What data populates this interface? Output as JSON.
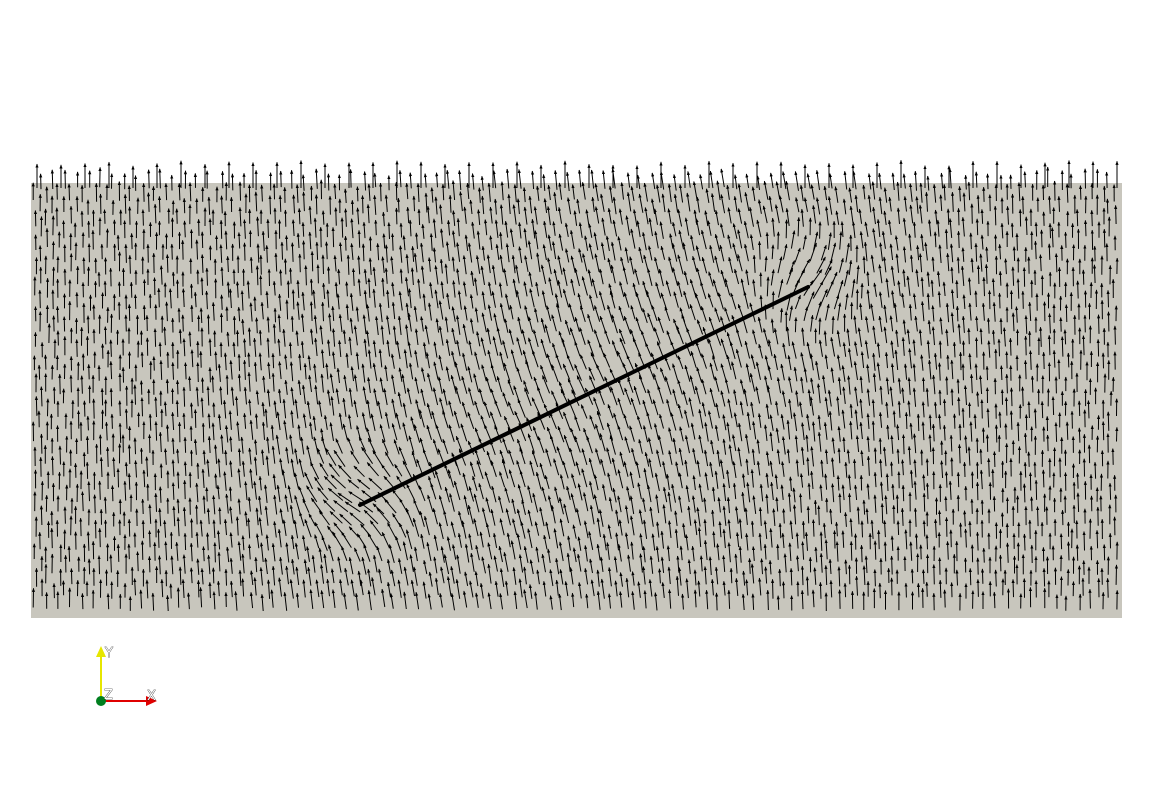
{
  "scene": {
    "background_color": "#ffffff",
    "domain_color": "#c8c6bd",
    "glyph_color": "#000000",
    "glyph_type": "arrow",
    "crack_color": "#000000",
    "far_field_direction": "+Y"
  },
  "axes": {
    "x_label": "X",
    "y_label": "Y",
    "z_label": "Z",
    "x_color": "#e00000",
    "y_color": "#e6e600",
    "z_color": "#007f1f"
  }
}
